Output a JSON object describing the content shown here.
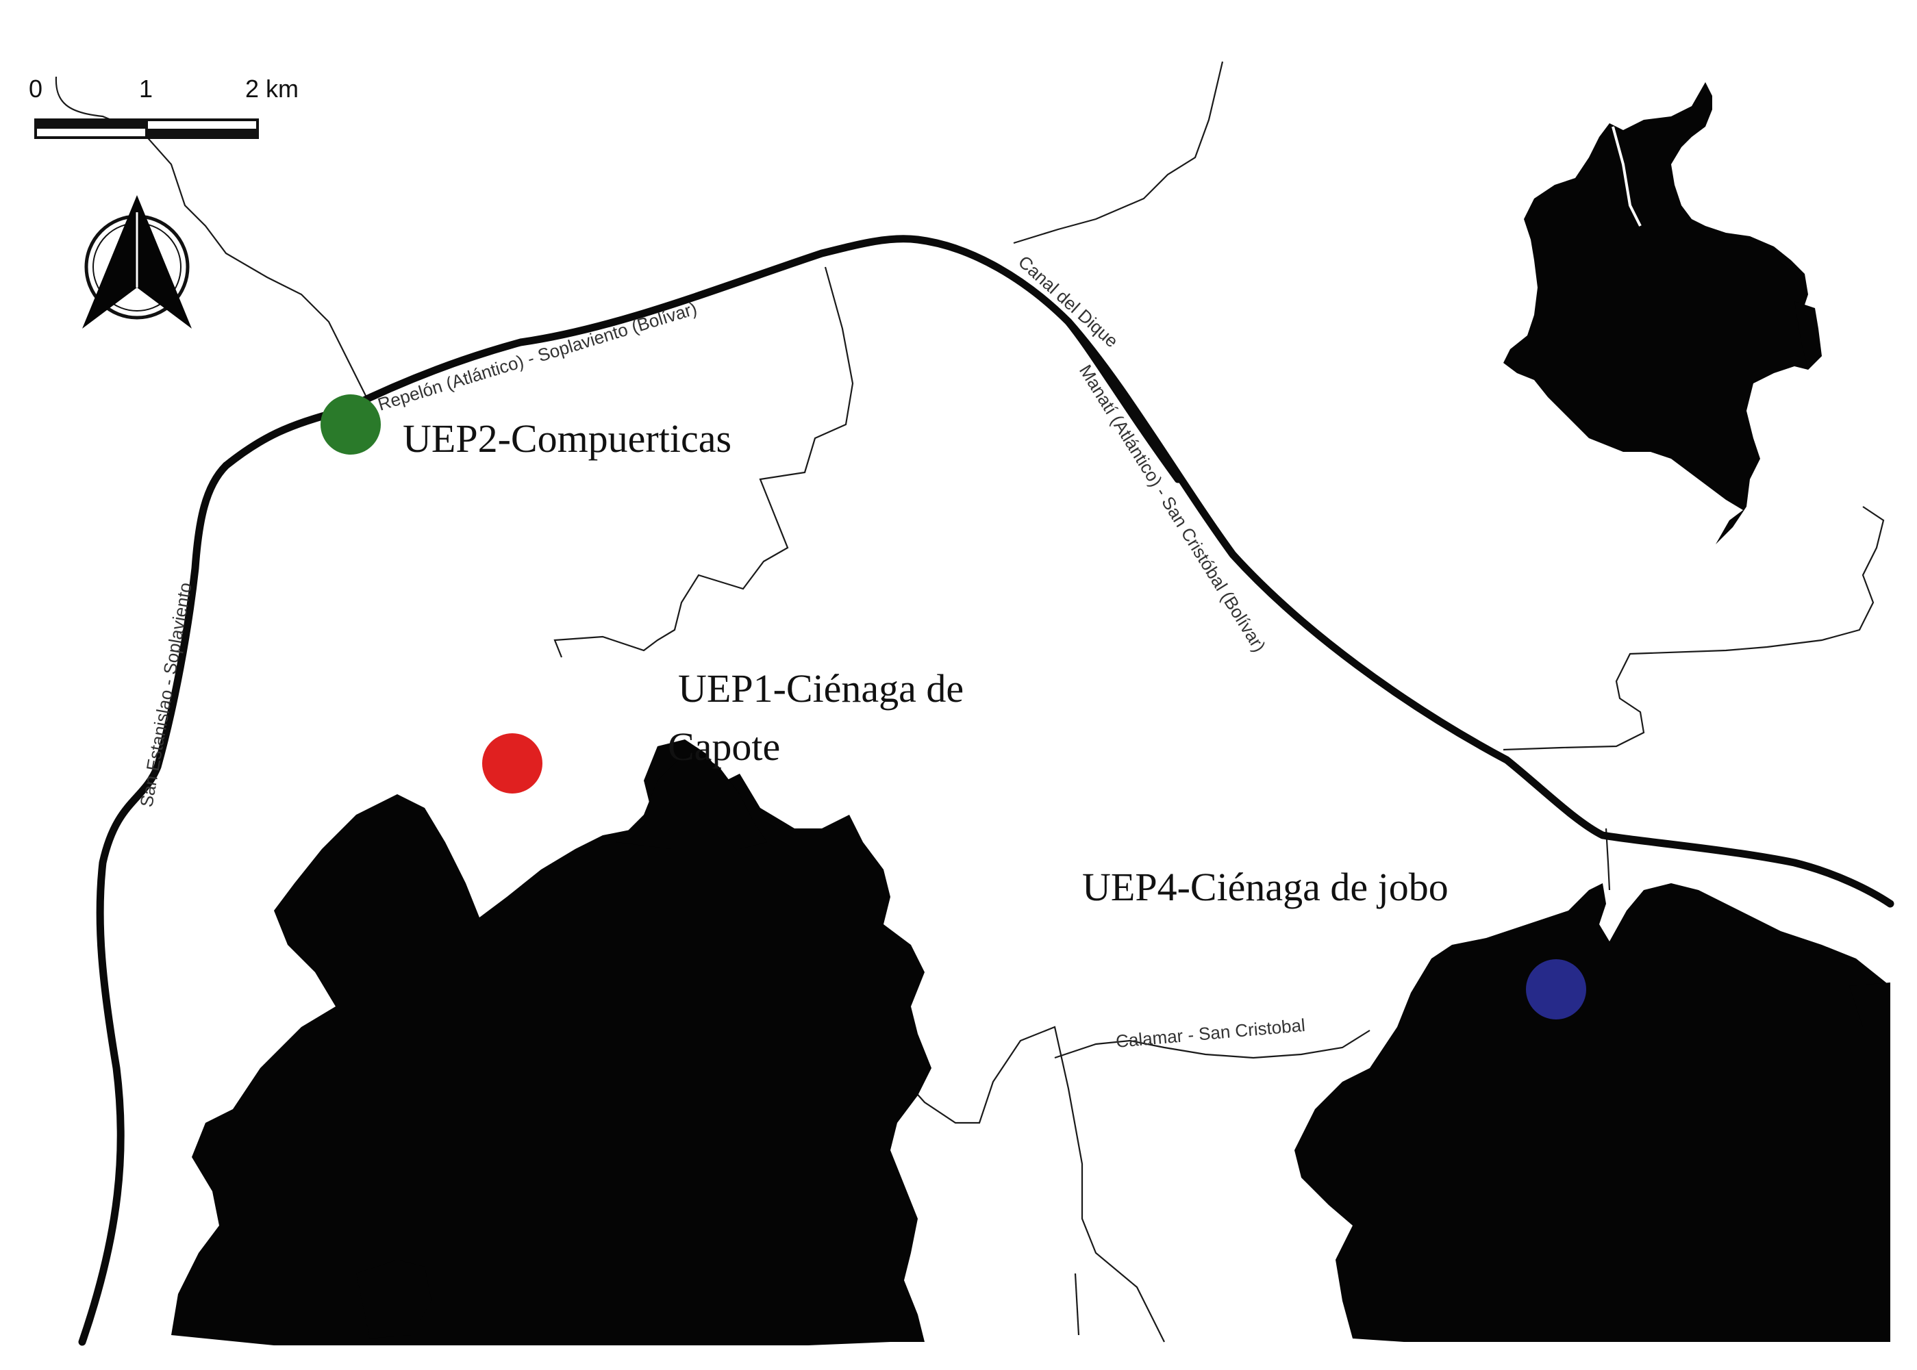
{
  "map": {
    "colors": {
      "water": "#050505",
      "road": "#0a0a0a",
      "boundary": "#1a1a1a",
      "background": "#ffffff"
    },
    "scale_bar": {
      "labels": [
        "0",
        "1",
        "2 km"
      ]
    },
    "north_arrow": {
      "icon": "north-arrow-icon"
    },
    "inset": {
      "name": "colombia-inset"
    },
    "road_labels": [
      "Repelón (Atlántico) - Soplaviento (Bolívar)",
      "Canal del Dique",
      "Manatí (Atlántico) - San Cristóbal (Bolívar)",
      "San Estanislao - Soplaviento",
      "Calamar - San Cristobal"
    ],
    "sites": [
      {
        "id": "UEP2",
        "label": "UEP2-Compuerticas",
        "color": "#2a7a2a"
      },
      {
        "id": "UEP1",
        "label_line1": "UEP1-Ciénaga de",
        "label_line2": "Capote",
        "color": "#e02020"
      },
      {
        "id": "UEP4",
        "label": "UEP4-Ciénaga de jobo",
        "color": "#262a8a"
      }
    ]
  }
}
